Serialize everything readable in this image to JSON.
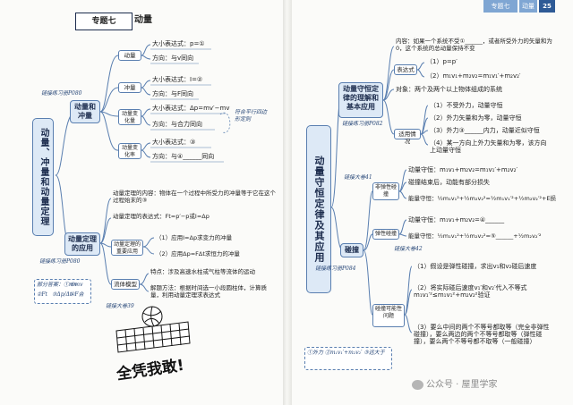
{
  "header": {
    "chapter_tag": "专题七",
    "chapter_title": "动量",
    "right_tag": "专题七",
    "right_tag_sub": "动量",
    "page_number": "25"
  },
  "left_page": {
    "main_title": "动量、冲量和动量定理",
    "branch_momentum_impulse": "动量和冲量",
    "branch_theorem": "动量定理的应用",
    "momentum": {
      "label": "动量",
      "size": "大小表达式：p=①",
      "direction": "方向：与v同向"
    },
    "impulse": {
      "label": "冲量",
      "size": "大小表达式：I=②",
      "direction": "方向：与F同向"
    },
    "momentum_change": {
      "label": "动量变化量",
      "size": "大小表达式：Δp=mv′−mv",
      "direction": "方向：与合力同向",
      "note": "符合平行四边形定则"
    },
    "momentum_rate": {
      "label": "动量变化率",
      "size": "大小表达式：③",
      "direction": "方向：与④______同向"
    },
    "theorem": {
      "content": "动量定理的内容：物体在一个过程中所受力的冲量等于它在这个过程始末的③",
      "expression": "动量定理的表达式：Ft=p′−p或I=Δp",
      "apps_label": "动量定理的重要应用",
      "app1": "（1）应用I=Δp求变力的冲量",
      "app2": "（2）应用Δp=FΔt求恒力的冲量",
      "fluid_label": "流体模型",
      "fluid_feature": "特点：涉及高速水柱或气柱等流体的运动",
      "fluid_solution": "解题方法：根据时间选一小段圆柱体，计算质量，利用动量定理求表达式"
    },
    "links": {
      "link1": "链接练习册P080",
      "link2": "链接练习册P080",
      "link3": "链接大卷39"
    },
    "answers": {
      "label": "部分答案：①mv",
      "a2": "②Ft",
      "a3": "③Δp/Δt",
      "a4": "④F合",
      "a5": "⑤mv"
    },
    "slogan": "全凭我敢!"
  },
  "right_page": {
    "main_title": "动量守恒定律及其应用",
    "branch_conservation": "动量守恒定律的理解和基本应用",
    "branch_collision": "碰撞",
    "conservation": {
      "content": "内容：如果一个系统不受①______，或者所受外力的矢量和为0，这个系统的总动量保持不变",
      "expr_label": "表达式",
      "expr1": "（1）p=p′",
      "expr2": "（2）m₁v₁+m₂v₂=m₁v₁′+m₂v₂′",
      "object": "对象：两个及两个以上物体组成的系统",
      "cond_label": "适用情况",
      "cond1": "（1）不受外力，动量守恒",
      "cond2": "（2）外力矢量和为零，动量守恒",
      "cond3": "（3）外力③______内力，动量近似守恒",
      "cond4": "（4）某一方向上外力矢量和为零，该方向上动量守恒"
    },
    "collision": {
      "inelastic_label": "非弹性碰撞",
      "inelastic_momentum": "动量守恒：m₁v₁+m₂v₂=m₁v₁′+m₂v₂′",
      "inelastic_ek": "碰撞结束后，动能有部分损失",
      "inelastic_energy": "能量守恒：½m₁v₁²+½m₂v₂²=½m₁v₁′²+½m₂v₂′²+E损",
      "elastic_label": "弹性碰撞",
      "elastic_momentum": "动量守恒：m₁v₁+m₂v₂=④______",
      "elastic_energy": "能量守恒：½m₁v₁²+½m₂v₂²=⑤______+½m₂v₂′²",
      "possible_label": "碰撞可能性问题",
      "p1": "（1）假设是弹性碰撞，求出v₁和v₂碰后速度",
      "p2": "（2）将实际碰后速度v₁′和v₂′代入不等式m₁v₁′²≤m₁v₁²+m₂v₂²验证",
      "p3": "（3）要么中间的两个不等号都取等（完全非弹性碰撞），要么两边的两个不等号都取等（弹性碰撞），要么两个不等号都不取等（一般碰撞）"
    },
    "links": {
      "link1": "链接练习册P082",
      "link2": "链接大卷41",
      "link3": "链接大卷42",
      "link4": "链接练习册P084"
    },
    "answers": "①外力  ②m₁v₁′+m₂v₂′  ③远大于",
    "watermark": "公众号 · 屋里学家"
  }
}
